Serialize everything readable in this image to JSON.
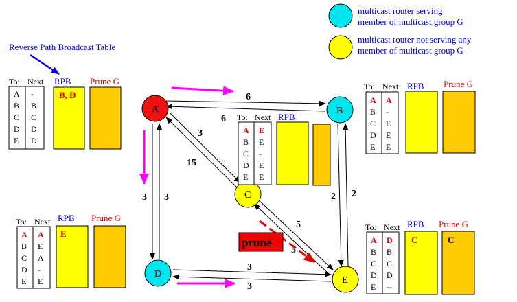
{
  "legend": {
    "serving": {
      "color": "#00e5ee",
      "line1": "multicast router serving",
      "line2": "member of multicast group G"
    },
    "not_serving": {
      "color": "#ffff00",
      "line1": "multicast router not serving any",
      "line2": "member of multicast group G"
    }
  },
  "rpb_note": "Reverse Path Broadcast Table",
  "nodes": {
    "A": "A",
    "B": "B",
    "C": "C",
    "D": "D",
    "E": "E"
  },
  "colors": {
    "router_member": "#00e5ee",
    "router_nonmember": "#ffff00",
    "router_source": "#ee1111",
    "rpb_fill": "#ffff00",
    "prune_fill": "#ffcc00",
    "prune_msg": "#ee0000",
    "flow_arrow": "#ff00ff",
    "rpb_note_color": "#0000ff"
  },
  "link_costs": {
    "ab_top": "6",
    "ba_bottom": "6",
    "ac_upper": "3",
    "ca_lower": "15",
    "ad_left": "3",
    "da_right": "3",
    "be_left": "2",
    "eb_right": "2",
    "ce_upper": "5",
    "ec_lower": "5",
    "de_upper": "3",
    "ed_lower": "3"
  },
  "prune_label": "prune",
  "tables": {
    "A": {
      "to_label": "To:",
      "next_label": "Next",
      "rpb_label": "RPB",
      "prune_label": "Prune G",
      "to": [
        "A",
        "B",
        "C",
        "D",
        "E"
      ],
      "next": [
        "-",
        "B",
        "C",
        "D",
        "D"
      ],
      "rpb": "B, D",
      "prune": ""
    },
    "B": {
      "to_label": "To:",
      "next_label": "Next",
      "rpb_label": "RPB",
      "prune_label": "Prune G",
      "to": [
        "A",
        "B",
        "C",
        "D",
        "E"
      ],
      "next": [
        "A",
        "-",
        "E",
        "E",
        "E"
      ],
      "rpb": "",
      "prune": ""
    },
    "C": {
      "to_label": "To:",
      "next_label": "Next",
      "rpb_label": "RPB",
      "to": [
        "A",
        "B",
        "C",
        "D",
        "E"
      ],
      "next": [
        "E",
        "E",
        "-",
        "E",
        "E"
      ],
      "rpb": ""
    },
    "D": {
      "to_label": "To:",
      "next_label": "Next",
      "rpb_label": "RPB",
      "prune_label": "Prune G",
      "to": [
        "A",
        "B",
        "C",
        "D",
        "E"
      ],
      "next": [
        "A",
        "E",
        "A",
        "-",
        "E"
      ],
      "rpb": "E",
      "prune": ""
    },
    "E": {
      "to_label": "To:",
      "next_label": "Next",
      "rpb_label": "RPB",
      "prune_label": "Prune G",
      "to": [
        "A",
        "B",
        "C",
        "D",
        "E"
      ],
      "next": [
        "D",
        "B",
        "C",
        "D",
        "--"
      ],
      "rpb": "C",
      "prune": "C"
    }
  }
}
